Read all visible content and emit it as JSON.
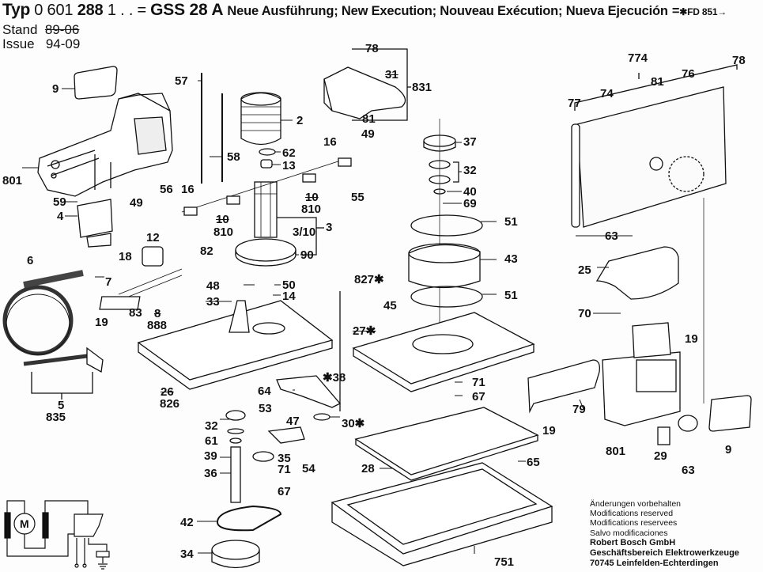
{
  "header": {
    "typ_label": "Typ",
    "number_prefix": "0 601",
    "number_main": "288",
    "number_suffix": "1 . . =",
    "model": "GSS 28 A",
    "description": "Neue Ausführung; New Execution; Nouveau Exécution; Nueva Ejecución",
    "equals": "=",
    "fd_ref": "✱FD 851→"
  },
  "meta": {
    "stand_label": "Stand",
    "stand_value": "89-06",
    "issue_label": "Issue",
    "issue_value": "94-09"
  },
  "parts": {
    "p9a": "9",
    "p801a": "801",
    "p59": "59",
    "p4": "4",
    "p18": "18",
    "p6": "6",
    "p7": "7",
    "p19a": "19",
    "p5": "5",
    "p835": "835",
    "p57": "57",
    "p58": "58",
    "p2": "2",
    "p62": "62",
    "p13": "13",
    "p56": "56",
    "p16a": "16",
    "p49a": "49",
    "p10a": "10",
    "p810a": "810",
    "p12": "12",
    "p82": "82",
    "p16b": "16",
    "p49b": "49",
    "p55": "55",
    "p10b": "10",
    "p810b": "810",
    "p3_10": "3/10",
    "p3": "3",
    "p90": "90",
    "p48": "48",
    "p33": "33",
    "p50": "50",
    "p14": "14",
    "p83": "83",
    "p8": "8",
    "p888": "888",
    "p26": "26",
    "p826": "826",
    "p78a": "78",
    "p31": "31",
    "p831": "831",
    "p81a": "81",
    "p37": "37",
    "p32a": "32",
    "p40": "40",
    "p69": "69",
    "p51a": "51",
    "p43": "43",
    "p51b": "51",
    "p827": "827✱",
    "p45": "45",
    "p27": "27✱",
    "p38": "✱38",
    "p30": "30✱",
    "p64": "64",
    "p53": "53",
    "p47": "47",
    "p32b": "32",
    "p61": "61",
    "p39": "39",
    "p36": "36",
    "p35": "35",
    "p71a": "71",
    "p67a": "67",
    "p54": "54",
    "p42": "42",
    "p34": "34",
    "p71b": "71",
    "p67b": "67",
    "p28": "28",
    "p65": "65",
    "p751": "751",
    "p774": "774",
    "p78b": "78",
    "p77": "77",
    "p74": "74",
    "p81b": "81",
    "p76": "76",
    "p63a": "63",
    "p25": "25",
    "p70": "70",
    "p19b": "19",
    "p79": "79",
    "p19c": "19",
    "p801b": "801",
    "p29": "29",
    "p63b": "63",
    "p9b": "9"
  },
  "schematic": {
    "motor_label": "M"
  },
  "footer": {
    "lines": [
      "Änderungen vorbehalten",
      "Modifications reserved",
      "Modifications reservees",
      "Salvo modificaciones"
    ],
    "company": "Robert Bosch GmbH",
    "division": "Geschäftsbereich Elektrowerkzeuge",
    "address": "70745 Leinfelden-Echterdingen"
  }
}
